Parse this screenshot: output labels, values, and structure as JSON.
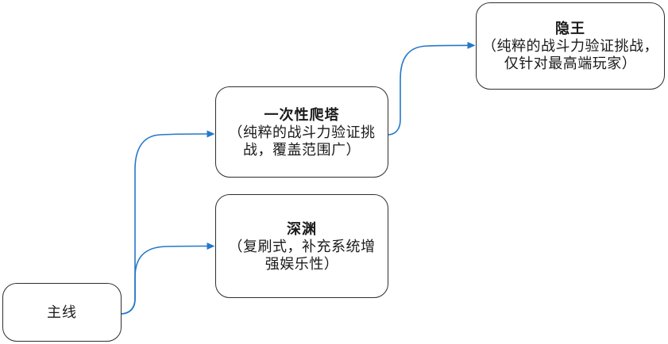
{
  "diagram": {
    "nodes": [
      {
        "id": "main-line",
        "title": "主线",
        "description": ""
      },
      {
        "id": "one-time-tower",
        "title": "一次性爬塔",
        "description": "（纯粹的战斗力验证挑\n战，覆盖范围广）"
      },
      {
        "id": "abyss",
        "title": "深渊",
        "description": "（复刷式，补充系统增\n强娱乐性）"
      },
      {
        "id": "hidden-king",
        "title": "隐王",
        "description": "（纯粹的战斗力验证挑战，\n仅针对最高端玩家）"
      }
    ],
    "edges": [
      {
        "from": "main-line",
        "to": "one-time-tower"
      },
      {
        "from": "main-line",
        "to": "abyss"
      },
      {
        "from": "one-time-tower",
        "to": "hidden-king"
      }
    ]
  },
  "colors": {
    "arrow": "#2478C8",
    "node_border": "#2E2E2E",
    "node_fill": "#FFFFFF",
    "text": "#1A1A1A",
    "background": "#FFFFFF"
  }
}
